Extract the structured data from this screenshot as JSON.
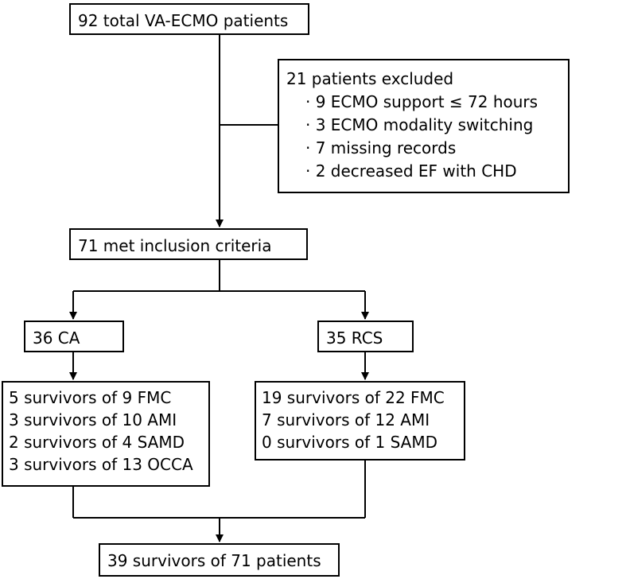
{
  "flowchart": {
    "total": "92 total  VA-ECMO patients",
    "excluded": {
      "title": "21 patients excluded",
      "reasons": [
        "· 9 ECMO support ≤ 72 hours",
        "· 3 ECMO modality switching",
        "· 7 missing records",
        "· 2 decreased EF with CHD"
      ]
    },
    "included": "71 met inclusion criteria",
    "ca": {
      "label": "36 CA",
      "outcomes": [
        "5 survivors of 9 FMC",
        "3 survivors of 10 AMI",
        "2 survivors of 4 SAMD",
        "3 survivors of 13 OCCA"
      ]
    },
    "rcs": {
      "label": "35 RCS",
      "outcomes": [
        "19 survivors of 22 FMC",
        "7 survivors of 12 AMI",
        "0 survivors of 1 SAMD"
      ]
    },
    "final": "39 survivors of 71 patients"
  },
  "colors": {
    "line": "#000000",
    "box_fill": "#ffffff",
    "text": "#000000"
  }
}
